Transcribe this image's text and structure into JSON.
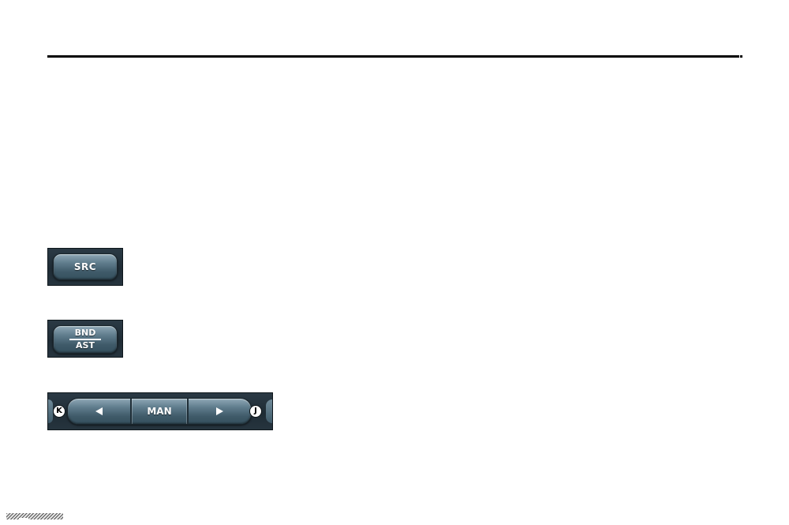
{
  "buttons": {
    "src": {
      "label": "SRC"
    },
    "bnd_ast": {
      "top_label": "BND",
      "bottom_label": "AST"
    },
    "tuning": {
      "left_badge": "K",
      "center_label": "MAN",
      "right_badge": "J",
      "left_icon": "left-triangle-icon",
      "right_icon": "right-triangle-icon"
    }
  },
  "colors": {
    "rule": "#000000",
    "button_face": "#5f7c8c",
    "panel": "#2b3a45"
  }
}
